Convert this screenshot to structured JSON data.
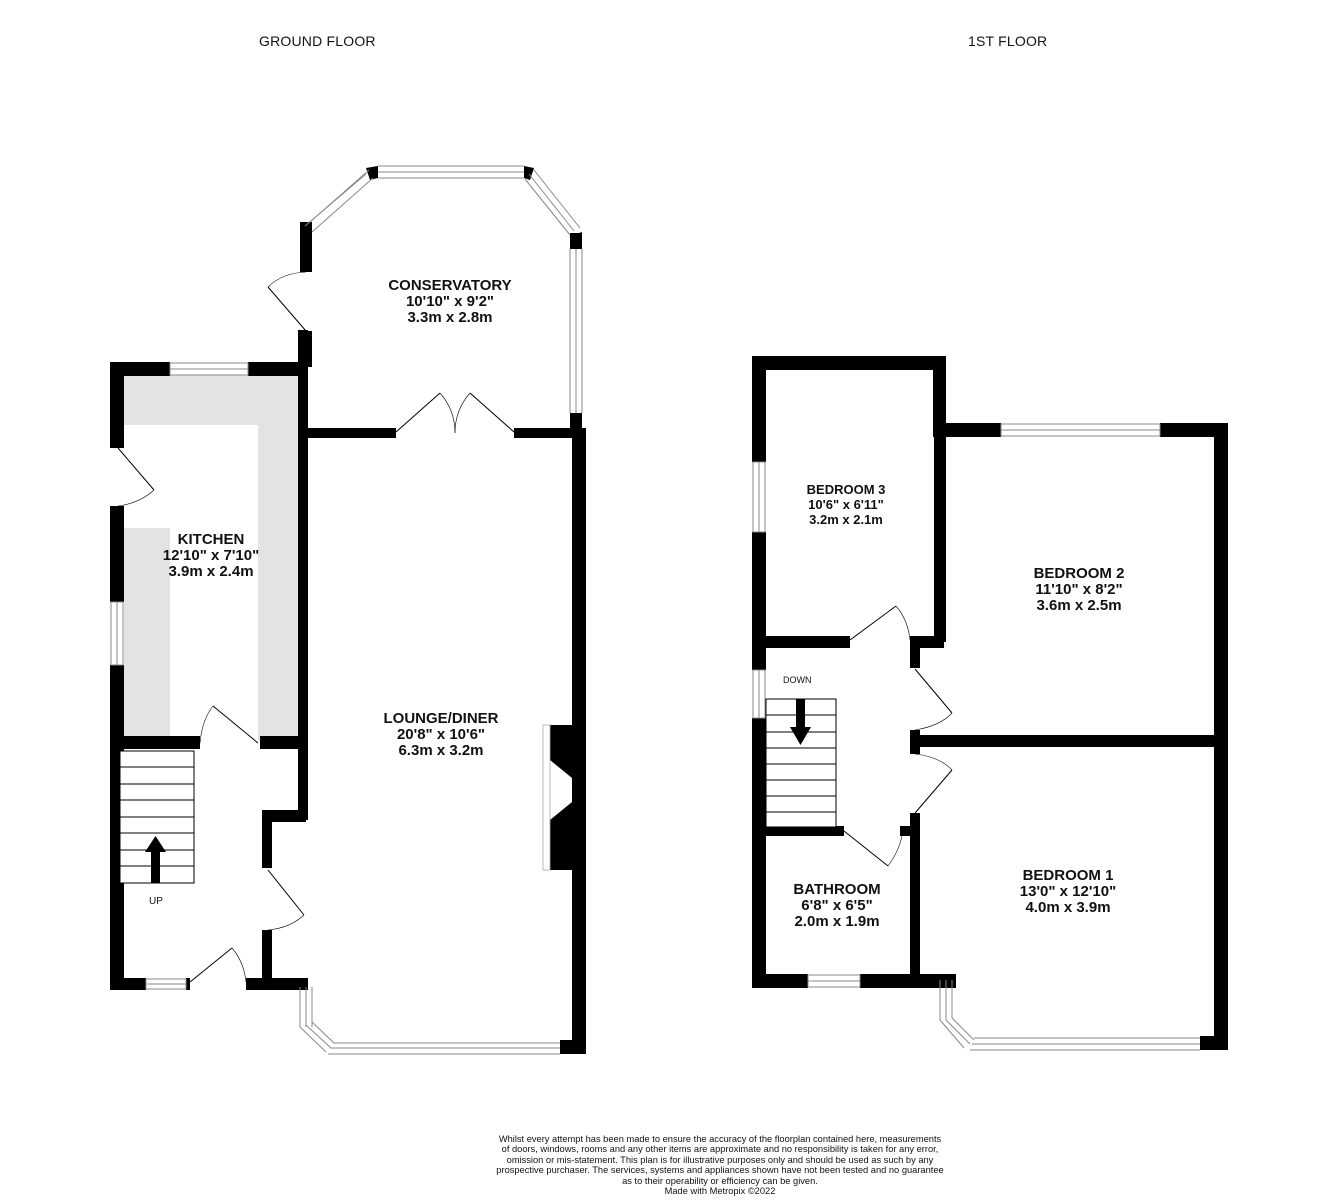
{
  "floors": {
    "ground": {
      "title": "GROUND FLOOR",
      "rooms": {
        "conservatory": {
          "name": "CONSERVATORY",
          "imperial": "10'10\"  x 9'2\"",
          "metric": "3.3m  x 2.8m"
        },
        "kitchen": {
          "name": "KITCHEN",
          "imperial": "12'10\"  x 7'10\"",
          "metric": "3.9m  x 2.4m"
        },
        "lounge": {
          "name": "LOUNGE/DINER",
          "imperial": "20'8\"  x 10'6\"",
          "metric": "6.3m  x 3.2m"
        }
      },
      "stairs_label": "UP"
    },
    "first": {
      "title": "1ST FLOOR",
      "rooms": {
        "bedroom3": {
          "name": "BEDROOM 3",
          "imperial": "10'6\"  x 6'11\"",
          "metric": "3.2m  x 2.1m"
        },
        "bedroom2": {
          "name": "BEDROOM 2",
          "imperial": "11'10\"  x 8'2\"",
          "metric": "3.6m  x 2.5m"
        },
        "bathroom": {
          "name": "BATHROOM",
          "imperial": "6'8\"  x 6'5\"",
          "metric": "2.0m  x 1.9m"
        },
        "bedroom1": {
          "name": "BEDROOM 1",
          "imperial": "13'0\"  x 12'10\"",
          "metric": "4.0m  x 3.9m"
        }
      },
      "stairs_label": "DOWN"
    }
  },
  "disclaimer": {
    "lines": [
      "Whilst every attempt has been made to ensure the accuracy of the floorplan contained here, measurements",
      "of doors, windows, rooms and any other items are approximate and no responsibility is taken for any error,",
      "omission or mis-statement. This plan is for illustrative purposes only and should be used as such by any",
      "prospective purchaser. The services, systems and appliances shown have not been tested and no guarantee",
      "as to their operability or efficiency can be given.",
      "Made with Metropix ©2022"
    ]
  },
  "colors": {
    "wall": "#000000",
    "worktop": "#e3e3e3",
    "background": "#ffffff",
    "window": "#888888"
  }
}
